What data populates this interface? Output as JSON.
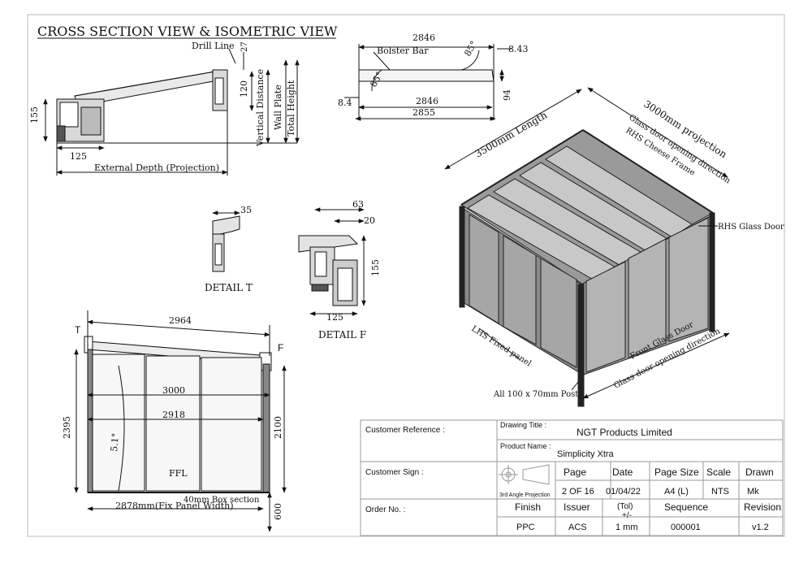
{
  "header": {
    "title": "CROSS SECTION VIEW & ISOMETRIC VIEW"
  },
  "cross_section": {
    "drill_line": "Drill Line",
    "dim_27": "27",
    "dim_120": "120",
    "dim_155": "155",
    "dim_125": "125",
    "vertical_distance": "Vertical Distance",
    "wall_plate": "Wall Plate",
    "total_height": "Total Height",
    "external_depth": "External Depth (Projection)"
  },
  "bolster": {
    "dim_top": "2846",
    "label": "Bolster Bar",
    "angle_top": "85°",
    "angle_bottom": "85°",
    "dim_843": "8.43",
    "dim_84": "8.4",
    "dim_mid": "2846",
    "dim_94": "94",
    "dim_bottom": "2855"
  },
  "detail_t": {
    "dim": "35",
    "label": "DETAIL T"
  },
  "detail_f": {
    "dim_63": "63",
    "dim_20": "20",
    "dim_155": "155",
    "dim_125": "125",
    "label": "DETAIL F"
  },
  "elevation": {
    "marker_t": "T",
    "marker_f": "F",
    "dim_2964": "2964",
    "dim_3000": "3000",
    "dim_2918": "2918",
    "angle": "5.1°",
    "dim_2395": "2395",
    "dim_2100": "2100",
    "ffl": "FFL",
    "box_section": "40mm Box section",
    "fix_panel_width": "2878mm(Fix Panel Width)",
    "dim_600": "600"
  },
  "isometric": {
    "length": "3500mm Length",
    "projection": "3000mm projection",
    "glass_door_dir_top": "Glass door opening direction",
    "cheese_frame": "RHS Cheese Frame",
    "rhs_glass_door": "RHS Glass Door",
    "lhs_fixed": "LHS Fixed panel",
    "front_glass_door": "Front Glass Door",
    "glass_door_dir_bottom": "Glass door opening direction",
    "post": "All 100 x 70mm Post"
  },
  "title_block": {
    "customer_reference_label": "Customer Reference :",
    "drawing_title_label": "Drawing Title :",
    "drawing_title_value": "NGT Products Limited",
    "product_name_label": "Product Name :",
    "product_name_value": "Simplicity Xtra",
    "customer_sign_label": "Customer Sign :",
    "projection_label": "3rd Angle Projection",
    "page_label": "Page",
    "page_value": "2 OF 16",
    "date_label": "Date",
    "date_value": "01/04/22",
    "page_size_label": "Page Size",
    "page_size_value": "A4 (L)",
    "scale_label": "Scale",
    "scale_value": "NTS",
    "drawn_label": "Drawn",
    "drawn_value": "Mk",
    "order_no_label": "Order No. :",
    "finish_label": "Finish",
    "finish_value": "PPC",
    "issuer_label": "Issuer",
    "issuer_value": "ACS",
    "tol_label_1": "(Tol)",
    "tol_label_2": "+/-",
    "tol_value": "1 mm",
    "sequence_label": "Sequence",
    "sequence_value": "000001",
    "revision_label": "Revision",
    "revision_value": "v1.2"
  }
}
